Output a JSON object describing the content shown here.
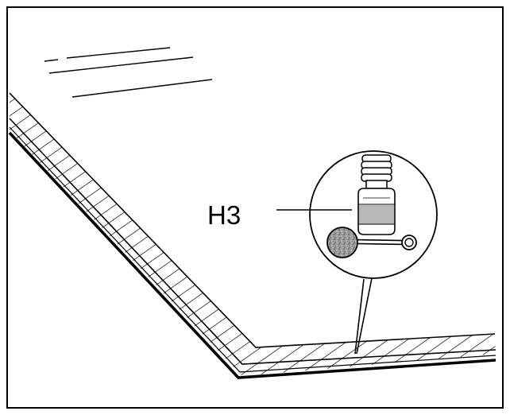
{
  "diagram": {
    "callout_label": "H3",
    "colors": {
      "line": "#000000",
      "background": "#ffffff",
      "bottle_band": "#b8b8b8",
      "sponge": "#8a8a8a"
    },
    "icons": [
      "frame-glass-pane",
      "hatched-edge-band",
      "magnifier-callout",
      "primer-bottle-icon",
      "dauber-applicator-icon"
    ]
  }
}
